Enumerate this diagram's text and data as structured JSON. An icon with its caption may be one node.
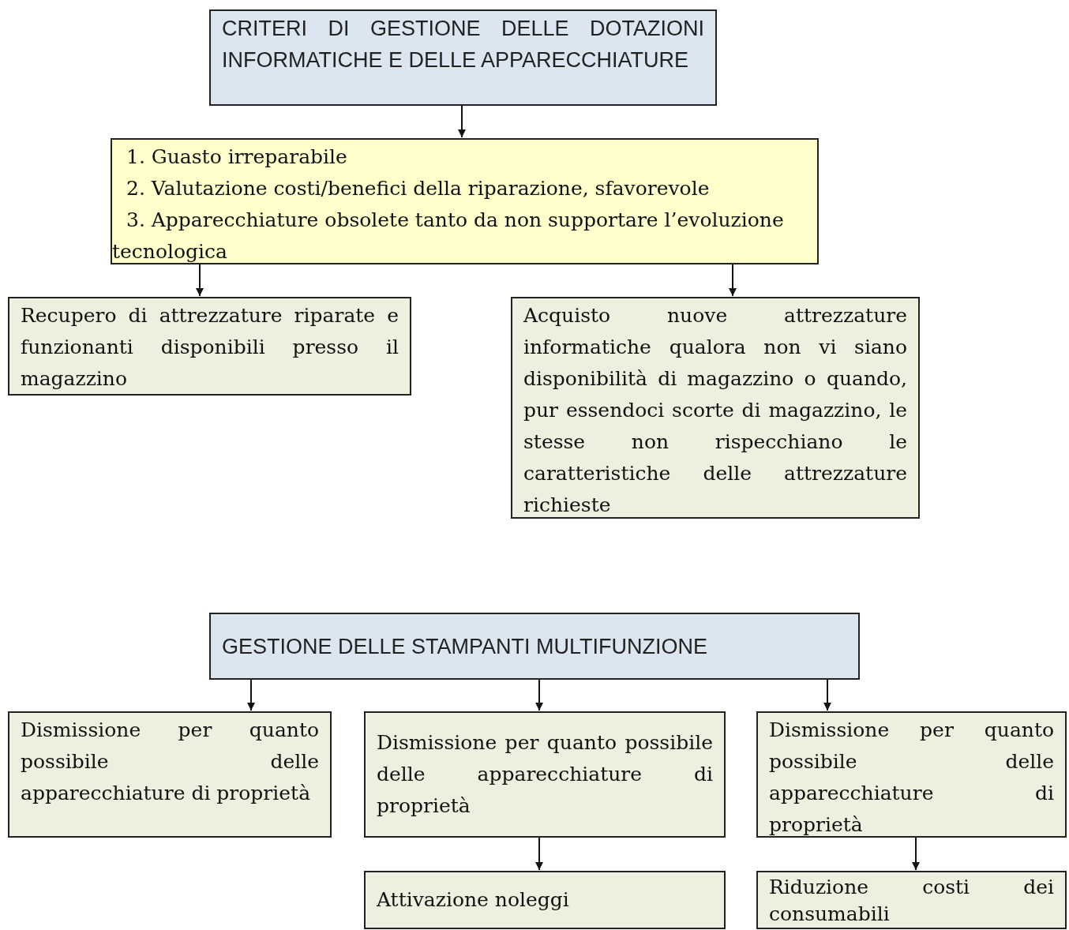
{
  "diagram": {
    "nodes": [
      {
        "text": [
          "CRITERI DI GESTIONE DELLE DOTAZIONI INFORMATICHE E DELLE APPARECCHIATURE"
        ]
      },
      {
        "text": [
          "1. Guasto irreparabile",
          "2. Valutazione costi/benefici della riparazione, sfavorevole",
          "3. Apparecchiature obsolete tanto da non supportare l’evoluzione tecnologica"
        ]
      },
      {
        "text": [
          "Recupero di attrezzature riparate e funzionanti disponibili presso il magazzino"
        ]
      },
      {
        "text": [
          "Acquisto nuove attrezzature informatiche qualora non vi siano disponibilità di magazzino o quando, pur essendoci scorte di magazzino, le stesse non rispecchiano le caratteristiche delle attrezzature richieste"
        ]
      },
      {
        "text": [
          "GESTIONE DELLE STAMPANTI MULTIFUNZIONE"
        ]
      },
      {
        "text": [
          "Dismissione per quanto possibile delle apparecchiature di proprietà"
        ]
      },
      {
        "text": [
          "Dismissione per quanto possibile delle apparecchiature di proprietà"
        ]
      },
      {
        "text": [
          "Dismissione per quanto possibile delle apparecchiature di proprietà"
        ]
      },
      {
        "text": [
          "Attivazione noleggi"
        ]
      },
      {
        "text": [
          "Riduzione costi dei consumabili"
        ]
      }
    ],
    "edges": [
      {
        "from": 0,
        "to": 1,
        "arrow": "to"
      },
      {
        "from": 1,
        "to": 2,
        "arrow": "to"
      },
      {
        "from": 1,
        "to": 3,
        "arrow": "to"
      },
      {
        "from": 4,
        "to": 5,
        "arrow": "to"
      },
      {
        "from": 4,
        "to": 6,
        "arrow": "to"
      },
      {
        "from": 4,
        "to": 7,
        "arrow": "to"
      },
      {
        "from": 6,
        "to": 8,
        "arrow": "to"
      },
      {
        "from": 7,
        "to": 9,
        "arrow": "to"
      }
    ]
  }
}
